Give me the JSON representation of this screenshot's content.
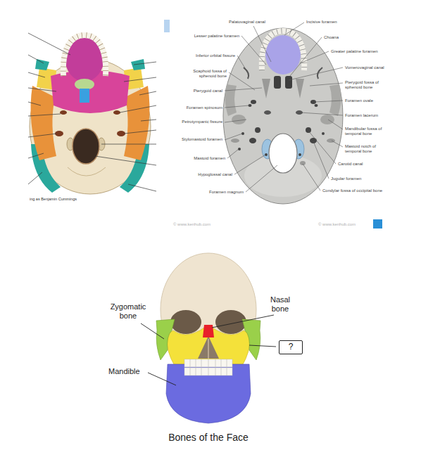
{
  "diagram": {
    "caption": "Bones of the Face",
    "nodes": [
      {
        "text": [
          "?"
        ]
      }
    ],
    "labels": [
      "ing as Benjamin Cummings",
      "Palatovaginal canal",
      "Lesser palatine foramen",
      "Inferior orbital fissure",
      "Scaphoid fossa of sphenoid bone",
      "Pterygoid canal",
      "Foramen spinosum",
      "Petrotympanic fissure",
      "Stylomastoid foramen",
      "Mastoid foramen",
      "Hypoglossal canal",
      "Foramen magnum",
      "Incisive foramen",
      "Choana",
      "Greater palatine foramen",
      "Vomerovaginal canal",
      "Pterygoid fossa of sphenoid bone",
      "Foramen ovale",
      "Foramen lacerum",
      "Mandibular fossa of temporal bone",
      "Mastoid notch of temporal bone",
      "Carotid canal",
      "Jugular foramen",
      "Condylar fossa of occipital bone",
      "© www.kenhub.com",
      "© www.kenhub.com",
      "Zygomatic bone",
      "Nasal bone",
      "Mandible"
    ]
  }
}
